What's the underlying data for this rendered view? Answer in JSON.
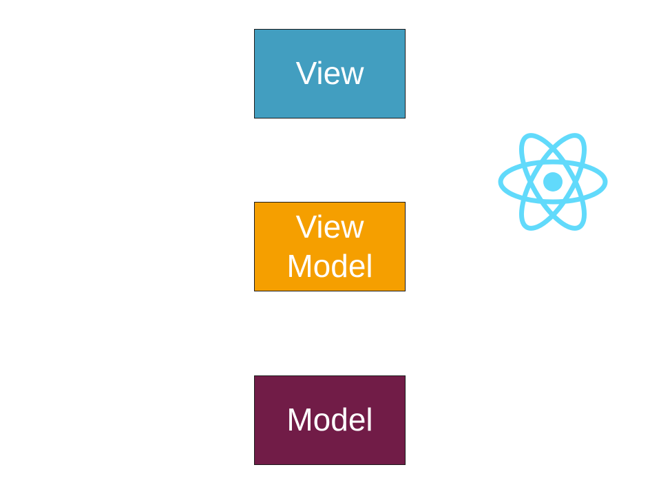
{
  "diagram": {
    "boxes": [
      {
        "id": "view",
        "lines": [
          "View"
        ],
        "color": "#429EC0"
      },
      {
        "id": "viewmodel",
        "lines": [
          "View",
          "Model"
        ],
        "color": "#F59F00"
      },
      {
        "id": "model",
        "lines": [
          "Model"
        ],
        "color": "#711C47"
      }
    ],
    "logo": {
      "icon": "react-atom-icon",
      "color": "#61DAFB"
    }
  }
}
